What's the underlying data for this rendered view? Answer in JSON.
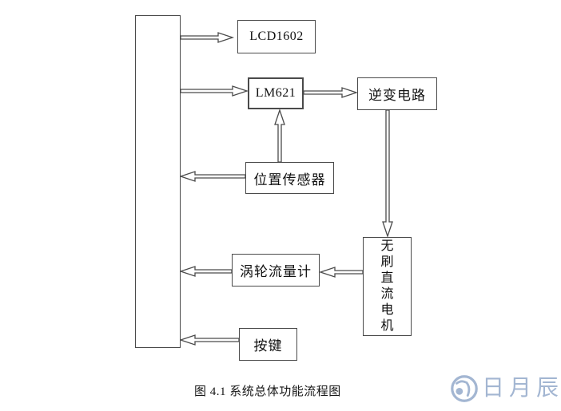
{
  "diagram": {
    "nodes": {
      "controller": {
        "label": ""
      },
      "lcd": {
        "label": "LCD1602"
      },
      "lm621": {
        "label": "LM621"
      },
      "inverter": {
        "label": "逆变电路"
      },
      "position_sensor": {
        "label": "位置传感器"
      },
      "flowmeter": {
        "label": "涡轮流量计"
      },
      "motor": {
        "label": "无刷直流电机"
      },
      "keys": {
        "label": "按键"
      }
    },
    "edges": [
      {
        "from": "controller",
        "to": "lcd"
      },
      {
        "from": "controller",
        "to": "lm621"
      },
      {
        "from": "lm621",
        "to": "inverter"
      },
      {
        "from": "inverter",
        "to": "motor"
      },
      {
        "from": "position_sensor",
        "to": "lm621"
      },
      {
        "from": "position_sensor",
        "to": "controller"
      },
      {
        "from": "motor",
        "to": "flowmeter"
      },
      {
        "from": "flowmeter",
        "to": "controller"
      },
      {
        "from": "keys",
        "to": "controller"
      }
    ]
  },
  "caption": {
    "text": "图 4.1  系统总体功能流程图"
  },
  "watermark": {
    "text": "日月辰",
    "color": "#a3b6d2"
  },
  "colors": {
    "line": "#4a4a4a",
    "text": "#111111",
    "background": "#ffffff"
  }
}
